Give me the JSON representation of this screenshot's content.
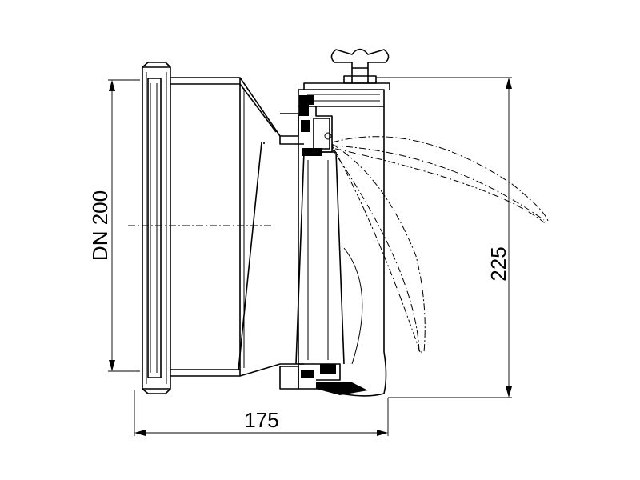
{
  "drawing": {
    "dimensions": {
      "diameter_label": "DN 200",
      "height_label": "225",
      "width_label": "175"
    }
  }
}
